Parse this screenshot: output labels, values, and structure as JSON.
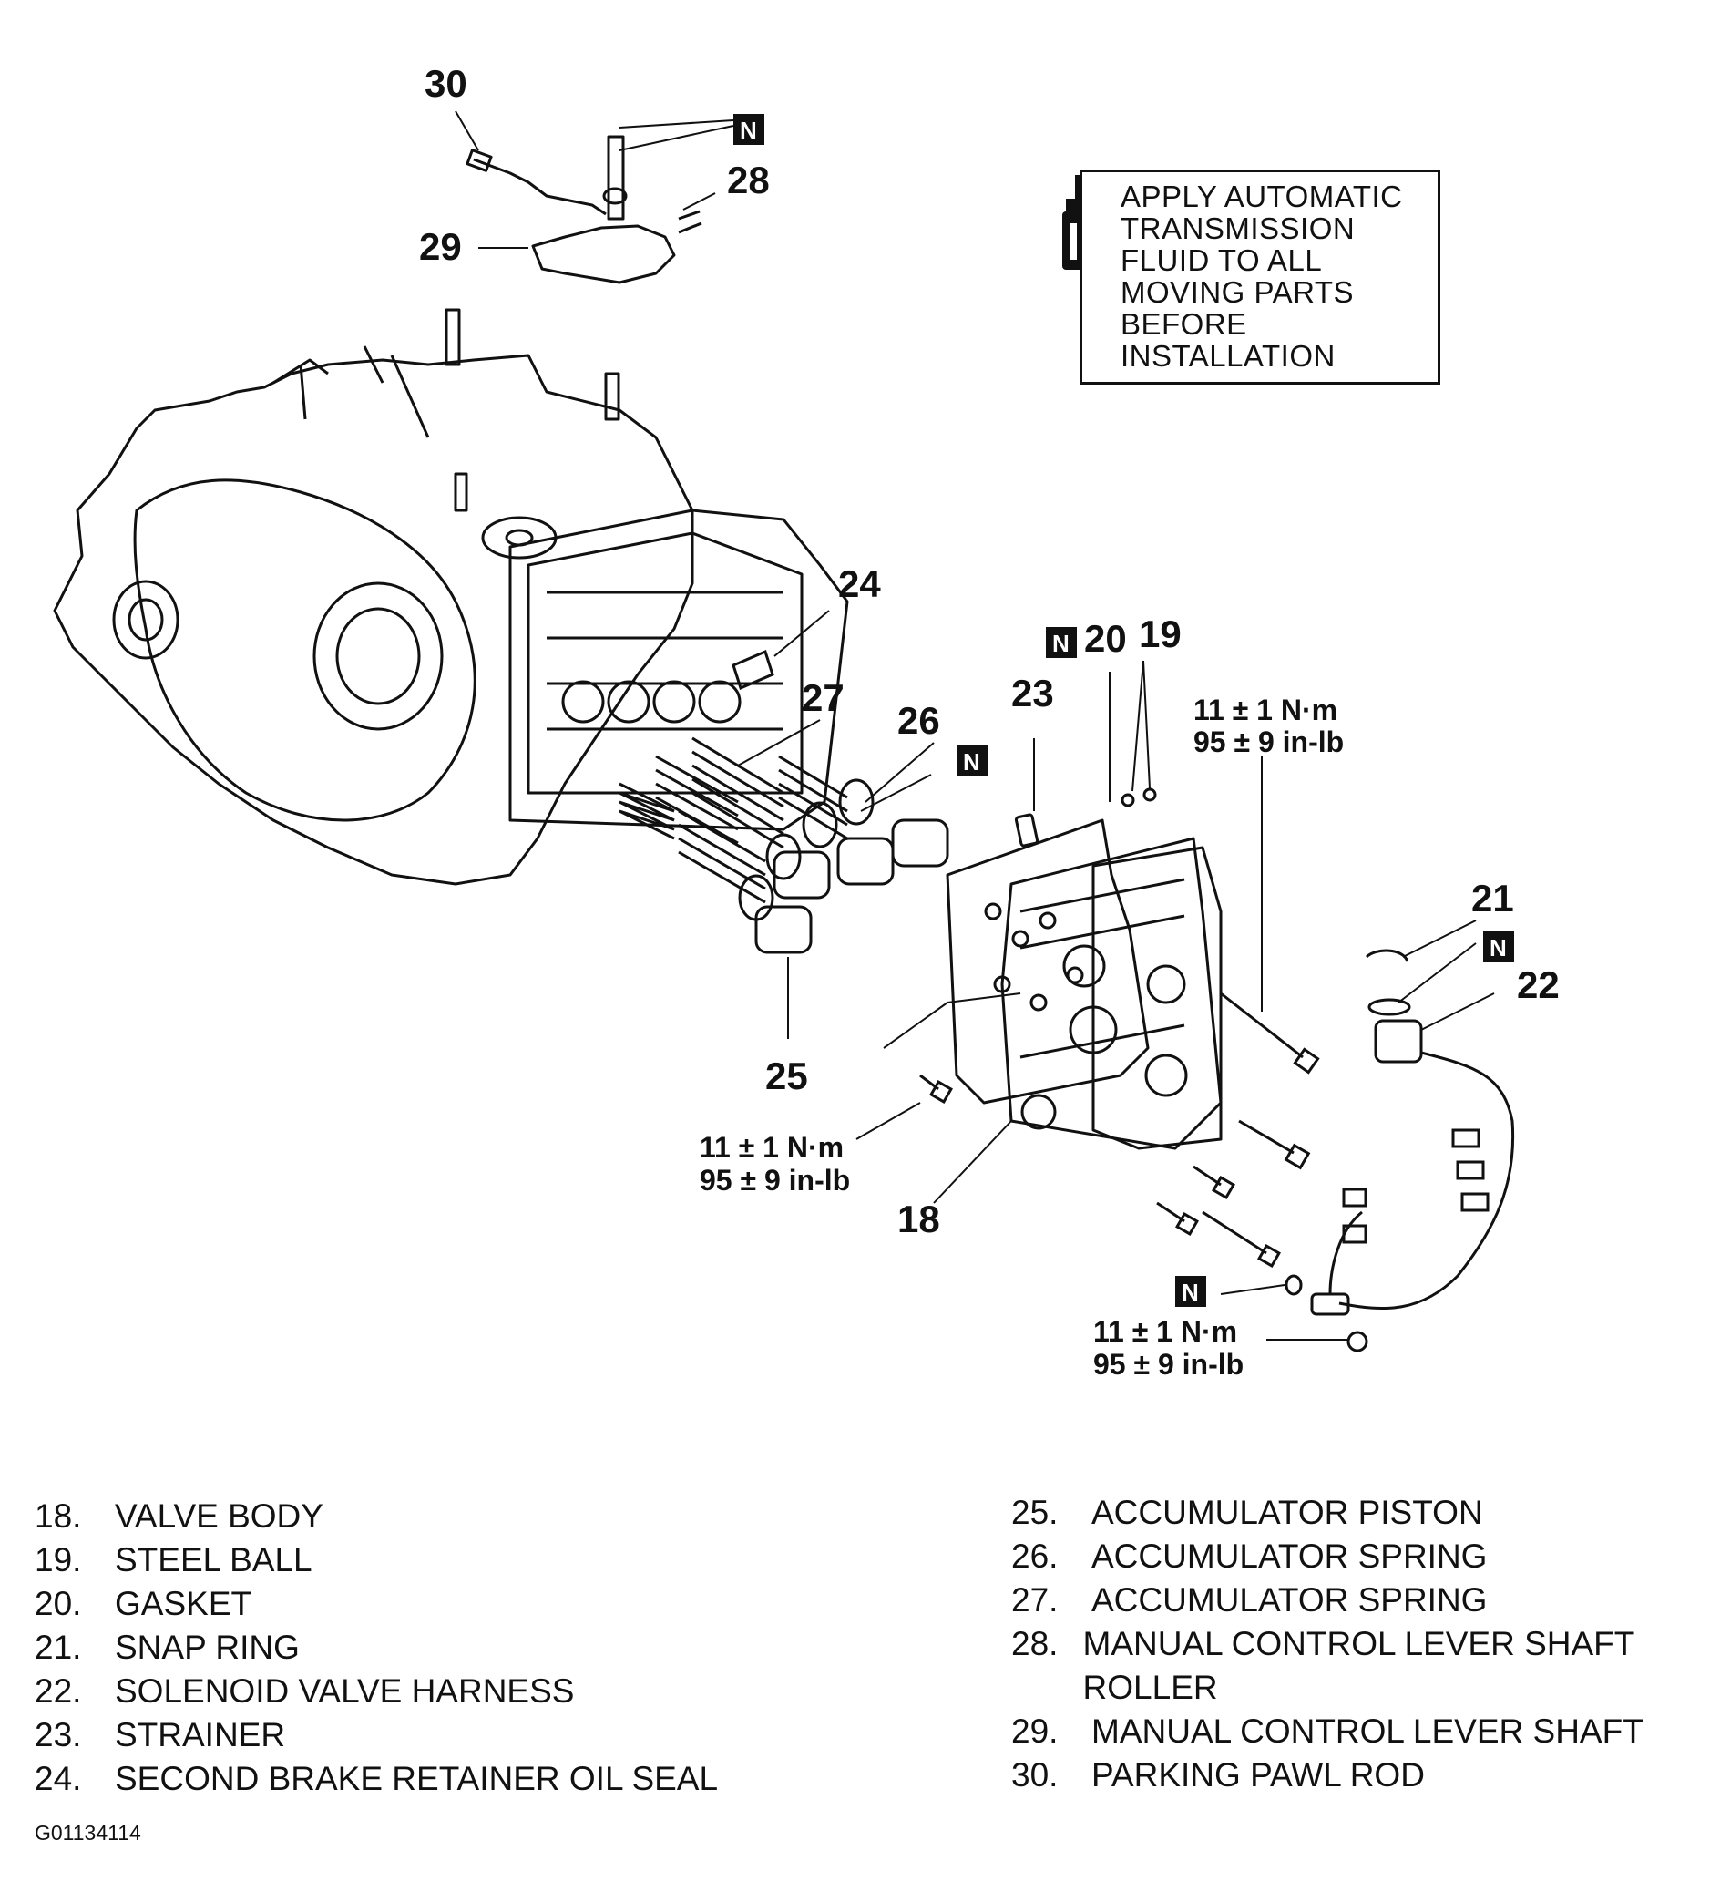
{
  "callouts": {
    "c18": "18",
    "c19": "19",
    "c20": "20",
    "c21": "21",
    "c22": "22",
    "c23": "23",
    "c24": "24",
    "c25": "25",
    "c26": "26",
    "c27": "27",
    "c28": "28",
    "c29": "29",
    "c30": "30"
  },
  "n_marker": "N",
  "torque": {
    "nm": "11 ± 1 N·m",
    "inlb": "95 ± 9 in-lb"
  },
  "note": "APPLY AUTOMATIC\nTRANSMISSION\nFLUID TO ALL\nMOVING PARTS\nBEFORE\nINSTALLATION",
  "legend_left": [
    {
      "num": "18.",
      "label": "VALVE BODY"
    },
    {
      "num": "19.",
      "label": "STEEL BALL"
    },
    {
      "num": "20.",
      "label": "GASKET"
    },
    {
      "num": "21.",
      "label": "SNAP RING"
    },
    {
      "num": "22.",
      "label": "SOLENOID VALVE HARNESS"
    },
    {
      "num": "23.",
      "label": "STRAINER"
    },
    {
      "num": "24.",
      "label": "SECOND BRAKE RETAINER OIL SEAL"
    }
  ],
  "legend_right": [
    {
      "num": "25.",
      "label": "ACCUMULATOR PISTON"
    },
    {
      "num": "26.",
      "label": "ACCUMULATOR SPRING"
    },
    {
      "num": "27.",
      "label": "ACCUMULATOR SPRING"
    },
    {
      "num": "28.",
      "label": "MANUAL CONTROL LEVER SHAFT ROLLER"
    },
    {
      "num": "29.",
      "label": "MANUAL CONTROL LEVER SHAFT"
    },
    {
      "num": "30.",
      "label": "PARKING PAWL ROD"
    }
  ],
  "figure_code": "G01134114",
  "icons": [
    "fluid-bottle-icon"
  ]
}
